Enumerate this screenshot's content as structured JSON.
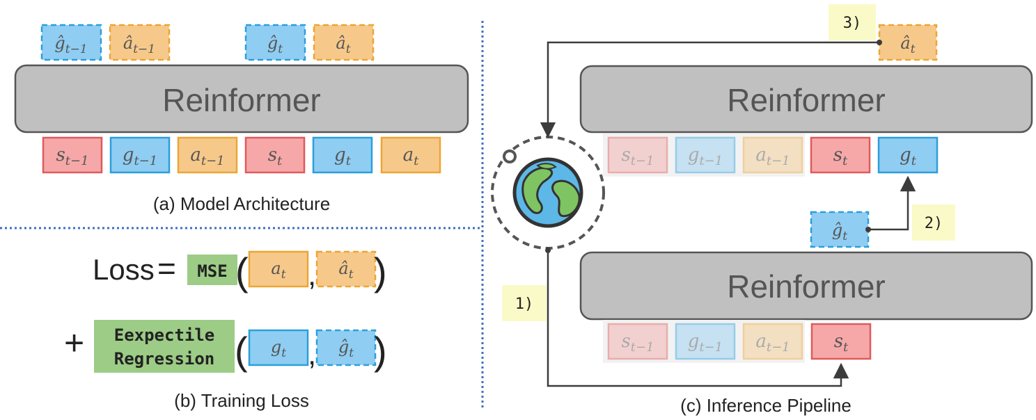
{
  "colors": {
    "state_fill": "#f6a8a8",
    "state_stroke": "#e05a5a",
    "goal_fill": "#8fcdf2",
    "goal_stroke": "#2a9fdc",
    "action_fill": "#f6c98a",
    "action_stroke": "#eda534",
    "block_fill": "#c0c0c0",
    "block_stroke": "#555555",
    "mse_fill": "#9ccc86",
    "label_fill": "#fafac8",
    "divider": "#3b6fc0",
    "arrow": "#3c3c3c"
  },
  "tokens": {
    "s_prev": "s",
    "s_prev_sub": "t−1",
    "g_prev": "g",
    "g_prev_sub": "t−1",
    "a_prev": "a",
    "a_prev_sub": "t−1",
    "s_t": "s",
    "s_t_sub": "t",
    "g_t": "g",
    "g_t_sub": "t",
    "a_t": "a",
    "a_t_sub": "t",
    "g_hat_prev": "ĝ",
    "g_hat_prev_sub": "t−1",
    "a_hat_prev": "â",
    "a_hat_prev_sub": "t−1",
    "g_hat": "ĝ",
    "g_hat_sub": "t",
    "a_hat": "â",
    "a_hat_sub": "t"
  },
  "panel_a": {
    "block_label": "Reinformer",
    "caption": "(a) Model Architecture"
  },
  "panel_b": {
    "loss_word": "Loss",
    "equals": "=",
    "mse": "MSE",
    "plus": "+",
    "expectile_line1": "Eexpectile",
    "expectile_line2": "Regression",
    "open_paren": "(",
    "close_paren": ")",
    "comma": ",",
    "caption": "(b) Training Loss"
  },
  "panel_c": {
    "block_top_label": "Reinformer",
    "block_bottom_label": "Reinformer",
    "step1": "1)",
    "step2": "2)",
    "step3": "3)",
    "caption": "(c) Inference Pipeline"
  }
}
